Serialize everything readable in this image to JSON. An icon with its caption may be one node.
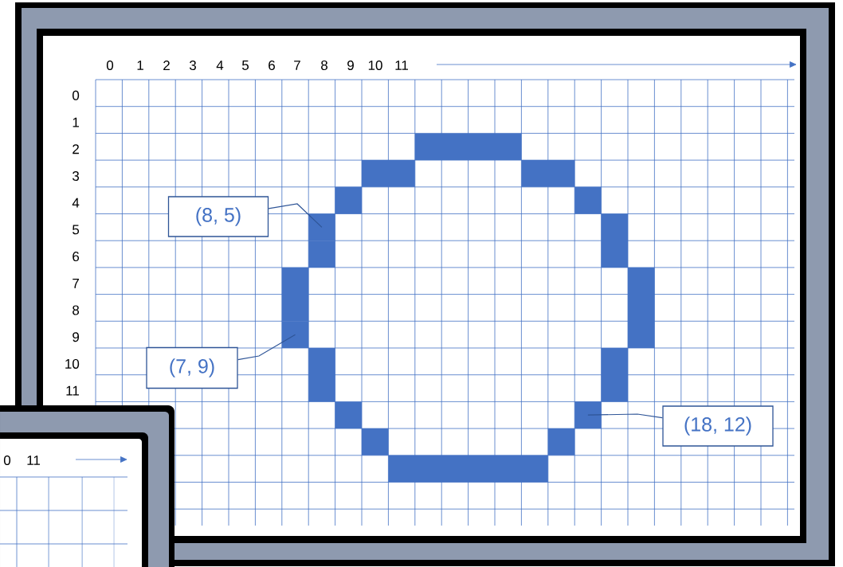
{
  "diagram": {
    "nodes": [
      {
        "text": [
          "(8, 5)"
        ]
      },
      {
        "text": [
          "(7, 9)"
        ]
      },
      {
        "text": [
          "(18, 12)"
        ]
      },
      {
        "text": [],
        "shape": "box"
      },
      {
        "text": [],
        "shape": "box"
      },
      {
        "text": [],
        "shape": "box"
      }
    ],
    "edges": [
      {
        "from": 0,
        "to": 3,
        "arrow": "none"
      },
      {
        "from": 1,
        "to": 4,
        "arrow": "none"
      },
      {
        "from": 2,
        "to": 5,
        "arrow": "none"
      }
    ],
    "labels": [
      "0",
      "1",
      "2",
      "3",
      "4",
      "5",
      "6",
      "7",
      "8",
      "9",
      "10",
      "11",
      "0",
      "1",
      "2",
      "3",
      "4",
      "5",
      "6",
      "7",
      "8",
      "9",
      "10",
      "11",
      "0",
      "11"
    ]
  }
}
